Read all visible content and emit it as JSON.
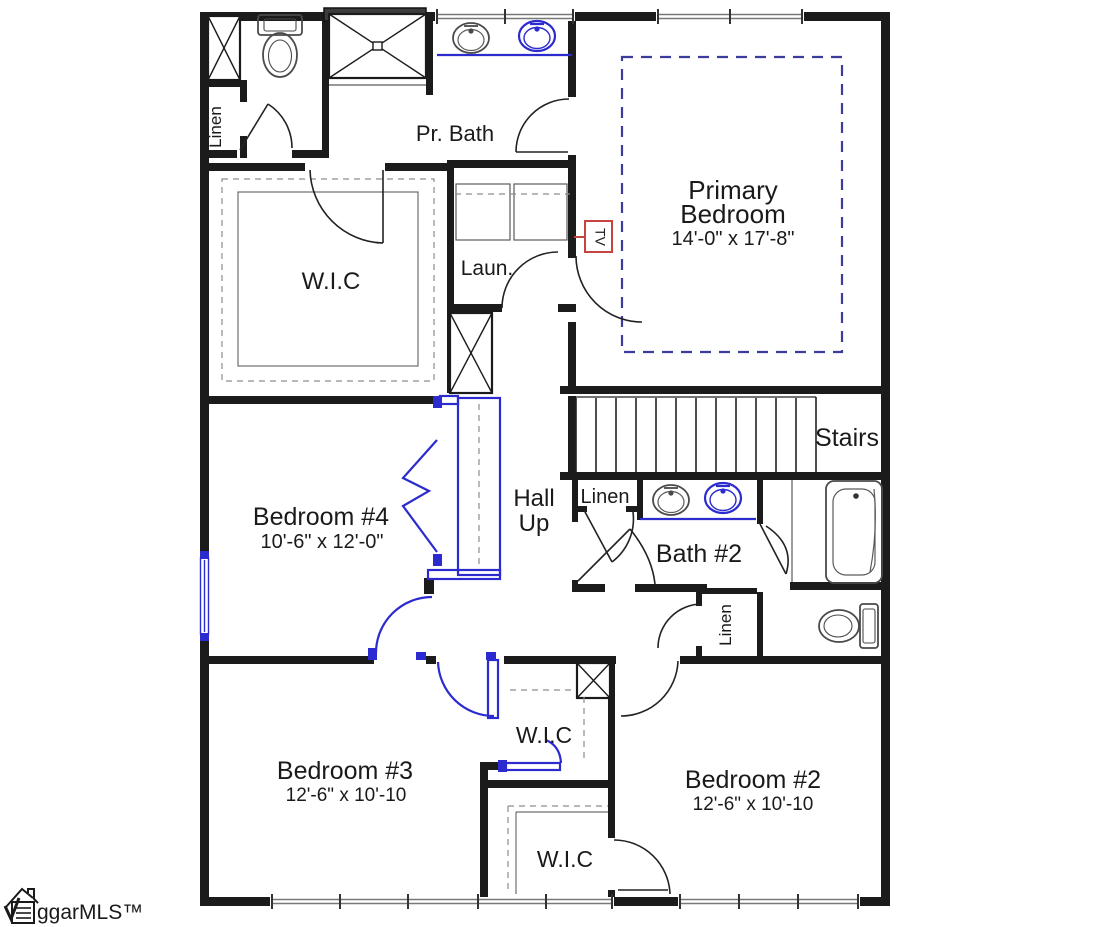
{
  "rooms": {
    "pr_bath": {
      "name": "Pr. Bath"
    },
    "primary_bedroom": {
      "name1": "Primary",
      "name2": "Bedroom",
      "dims": "14'-0\" x 17'-8\""
    },
    "wic_primary": {
      "name": "W.I.C"
    },
    "laundry": {
      "name": "Laun."
    },
    "linen_hall_top": {
      "name": "Linen"
    },
    "stairs": {
      "name": "Stairs"
    },
    "hall": {
      "name1": "Hall",
      "name2": "Up"
    },
    "linen_bath2": {
      "name": "Linen"
    },
    "bath2": {
      "name": "Bath #2"
    },
    "linen_bed2": {
      "name": "Linen"
    },
    "bedroom4": {
      "name": "Bedroom #4",
      "dims": "10'-6\" x 12'-0\""
    },
    "bedroom3": {
      "name": "Bedroom #3",
      "dims": "12'-6\" x 10'-10"
    },
    "bedroom2": {
      "name": "Bedroom #2",
      "dims": "12'-6\" x 10'-10"
    },
    "wic_bedroom3": {
      "name": "W.I.C"
    },
    "wic_bedroom2": {
      "name": "W.I.C"
    }
  },
  "annotations": {
    "tv_label": "TV"
  },
  "watermark": {
    "logo_text": "ggarMLS™"
  },
  "colors": {
    "wall": "#1b1b1b",
    "blue_accent": "#2b2bcf",
    "navy_dashed": "#3c3c9c",
    "red_tv": "#c4443f",
    "fixture_gray": "#4a4a4a"
  }
}
